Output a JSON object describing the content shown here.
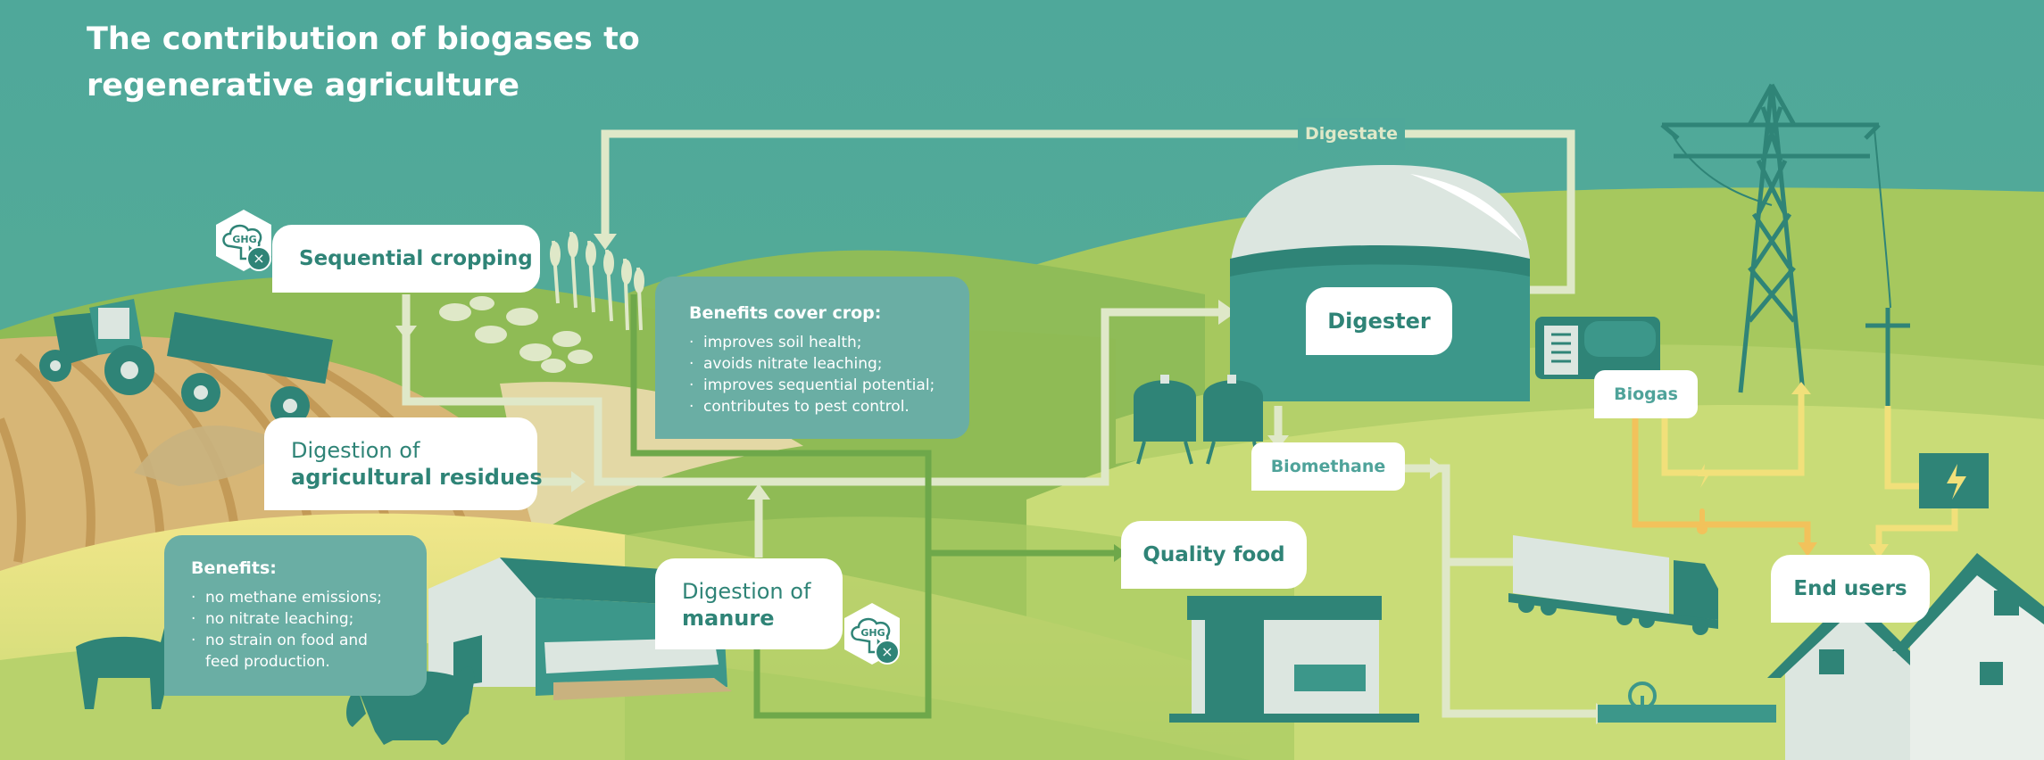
{
  "title": {
    "line1": "The contribution of biogases to",
    "line2": "regenerative agriculture"
  },
  "flow_labels": {
    "digestate": "Digestate",
    "sequential_cropping": "Sequential cropping",
    "digester": "Digester",
    "biogas": "Biogas",
    "biomethane": "Biomethane",
    "quality_food": "Quality food",
    "end_users": "End users",
    "digestion_residues": {
      "line1": "Digestion of",
      "line2": "agricultural residues"
    },
    "digestion_manure": {
      "line1": "Digestion of",
      "line2": "manure"
    }
  },
  "ghg_badges": [
    "GHG",
    "GHG"
  ],
  "cover_crop_panel": {
    "heading": "Benefits cover crop:",
    "items": [
      "improves soil health;",
      "avoids nitrate leaching;",
      "improves sequential potential;",
      "contributes to pest control."
    ]
  },
  "benefits_panel": {
    "heading": "Benefits:",
    "items": [
      "no methane emissions;",
      "no nitrate leaching;",
      "no strain on food and",
      "feed production."
    ]
  },
  "icons": {
    "ghg": "ghg-cloud-icon",
    "cross": "cross-icon",
    "lightning": "lightning-icon",
    "thermometer": "thermometer-icon"
  },
  "colors": {
    "sky": "#4fa89a",
    "teal_dark": "#2f8477",
    "teal_mid": "#3c978a",
    "panel": "#6aaea4",
    "hill_light": "#c9dc77",
    "hill_mid": "#9cc25d",
    "flow_line": "#dfe8c8",
    "orange_flow": "#f2c25b",
    "yellow_flow": "#f1e07a",
    "green_flow": "#6ea84a"
  }
}
